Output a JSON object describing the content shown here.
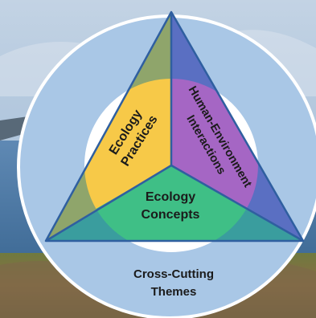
{
  "diagram": {
    "segments": {
      "practices": {
        "line1": "Ecology",
        "line2": "Practices",
        "color": "#f7c948"
      },
      "human_env": {
        "line1": "Human-Environment",
        "line2": "Interactions",
        "color": "#a566c4"
      },
      "concepts": {
        "line1": "Ecology",
        "line2": "Concepts",
        "color": "#3fbf86"
      }
    },
    "ring": {
      "line1": "Cross-Cutting",
      "line2": "Themes",
      "color": "#a9c7e6"
    },
    "triangle": {
      "left_color": "#8fa56b",
      "right_color": "#5a6fc2",
      "bottom_color": "#3a9d9e",
      "outline_color": "#2f5fa0"
    }
  }
}
